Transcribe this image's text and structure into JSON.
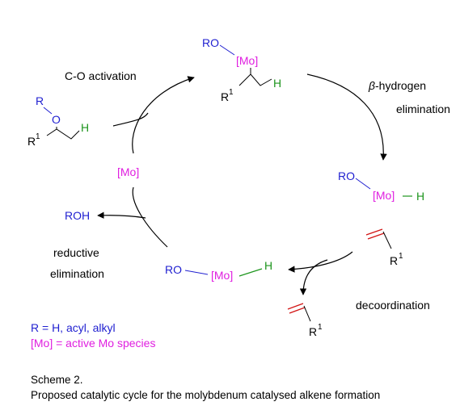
{
  "colors": {
    "black": "#000000",
    "blue": "#1f1fd0",
    "magenta": "#e01ee0",
    "green": "#1e961e",
    "red": "#d21414"
  },
  "atoms": {
    "mo": "[Mo]",
    "ro": "RO",
    "r": "R",
    "o": "O",
    "h": "H",
    "sup1": "1",
    "roh": "ROH"
  },
  "steps": {
    "co_activation": "C-O activation",
    "beta_symbol": "β",
    "beta_rest": "-hydrogen",
    "elimination": "elimination",
    "decoordination": "decoordination",
    "reductive": "reductive",
    "reductive_elim": "elimination"
  },
  "legend": {
    "r_def": "R = H, acyl, alkyl",
    "mo_def": "[Mo] = active Mo species"
  },
  "caption": {
    "line1": "Scheme 2.",
    "line2": "Proposed catalytic cycle for the molybdenum catalysed alkene formation"
  }
}
